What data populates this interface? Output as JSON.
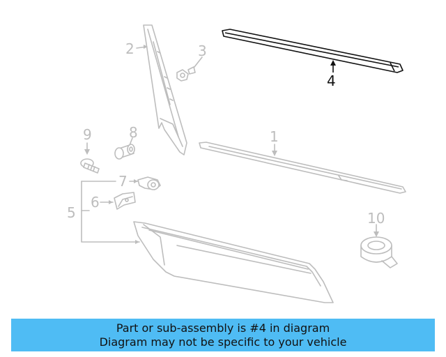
{
  "callouts": {
    "c1": "1",
    "c2": "2",
    "c3": "3",
    "c4": "4",
    "c5": "5",
    "c6": "6",
    "c7": "7",
    "c8": "8",
    "c9": "9",
    "c10": "10"
  },
  "banner": {
    "line1": "Part or sub-assembly is #4 in diagram",
    "line2": "Diagram may not be specific to your vehicle"
  },
  "colors": {
    "highlight_part": "#111111",
    "other_parts": "#bdbdbd",
    "banner_bg": "#4fbcf4"
  }
}
